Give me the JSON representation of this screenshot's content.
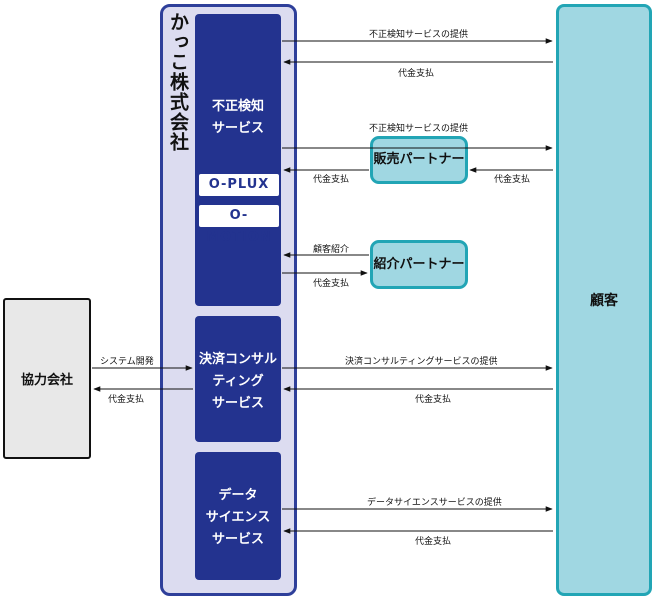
{
  "company": {
    "name": "かっこ株式会社"
  },
  "services": {
    "fraud": {
      "label": "不正検知\nサービス",
      "products": [
        "O-PLUX",
        "O-MOTION"
      ]
    },
    "consulting": {
      "label": "決済コンサル\nティング\nサービス"
    },
    "data_science": {
      "label": "データ\nサイエンス\nサービス"
    }
  },
  "customer": {
    "label": "顧客"
  },
  "partners": {
    "sales": "販売パートナー",
    "referral": "紹介パートナー"
  },
  "collaborator": {
    "label": "協力会社"
  },
  "flows": {
    "fraud_service": "不正検知サービスの提供",
    "fraud_payment": "代金支払",
    "sales_service": "不正検知サービスの提供",
    "sales_pay_left": "代金支払",
    "sales_pay_right": "代金支払",
    "referral_intro": "顧客紹介",
    "referral_pay": "代金支払",
    "system_dev": "システム開発",
    "collab_pay": "代金支払",
    "consult_service": "決済コンサルティングサービスの提供",
    "consult_pay": "代金支払",
    "data_service": "データサイエンスサービスの提供",
    "data_pay": "代金支払"
  },
  "colors": {
    "navy": "#23338f",
    "teal": "#22a5b5",
    "light_teal": "#a0d7e2",
    "lavender": "#dcdcf0"
  }
}
